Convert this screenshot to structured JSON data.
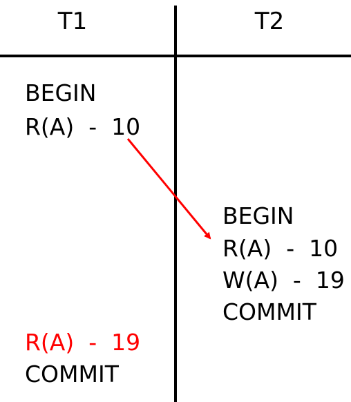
{
  "headers": {
    "t1": "T1",
    "t2": "T2"
  },
  "t1_ops": {
    "begin": "BEGIN",
    "read": "R(A)  -  10",
    "read2": "R(A)  -  19",
    "commit": "COMMIT"
  },
  "t2_ops": {
    "begin": "BEGIN",
    "read": "R(A)  -  10",
    "write": "W(A)  -  19",
    "commit": "COMMIT"
  },
  "colors": {
    "text": "#000000",
    "highlight": "#ff0000",
    "arrow": "#ff0000"
  }
}
